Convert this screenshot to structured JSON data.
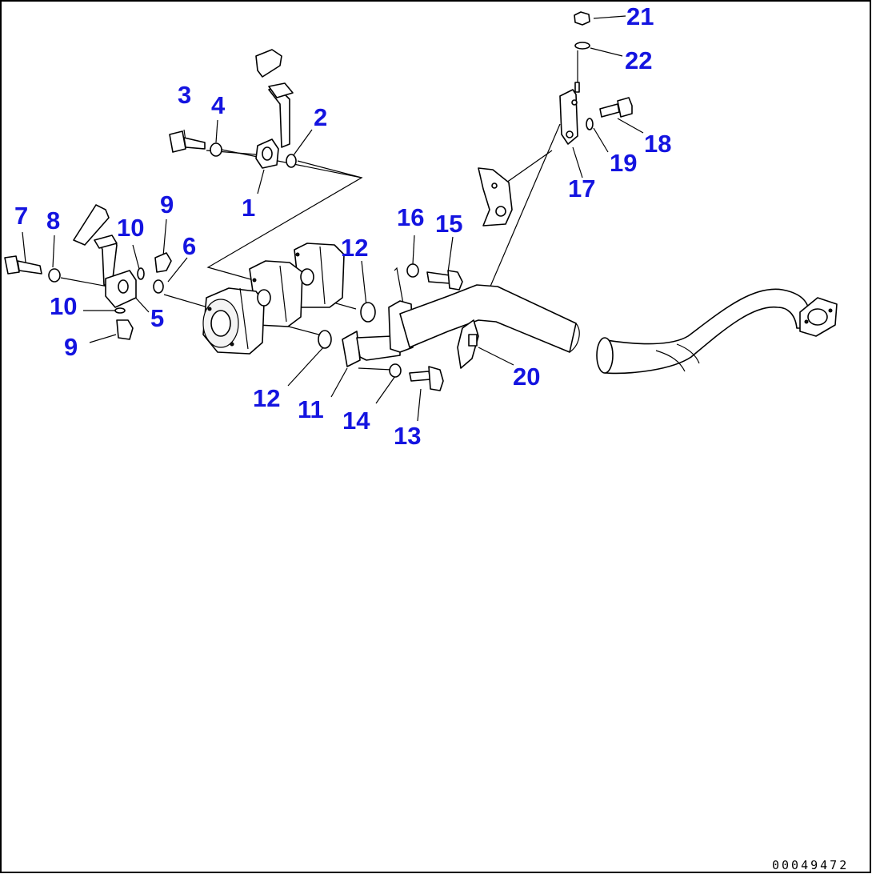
{
  "diagram": {
    "drawing_code": "00049472",
    "callouts": [
      "21",
      "22",
      "3",
      "4",
      "2",
      "18",
      "19",
      "17",
      "1",
      "7",
      "8",
      "10",
      "9",
      "6",
      "16",
      "15",
      "12",
      "10",
      "5",
      "9",
      "20",
      "12",
      "11",
      "14",
      "13"
    ]
  }
}
